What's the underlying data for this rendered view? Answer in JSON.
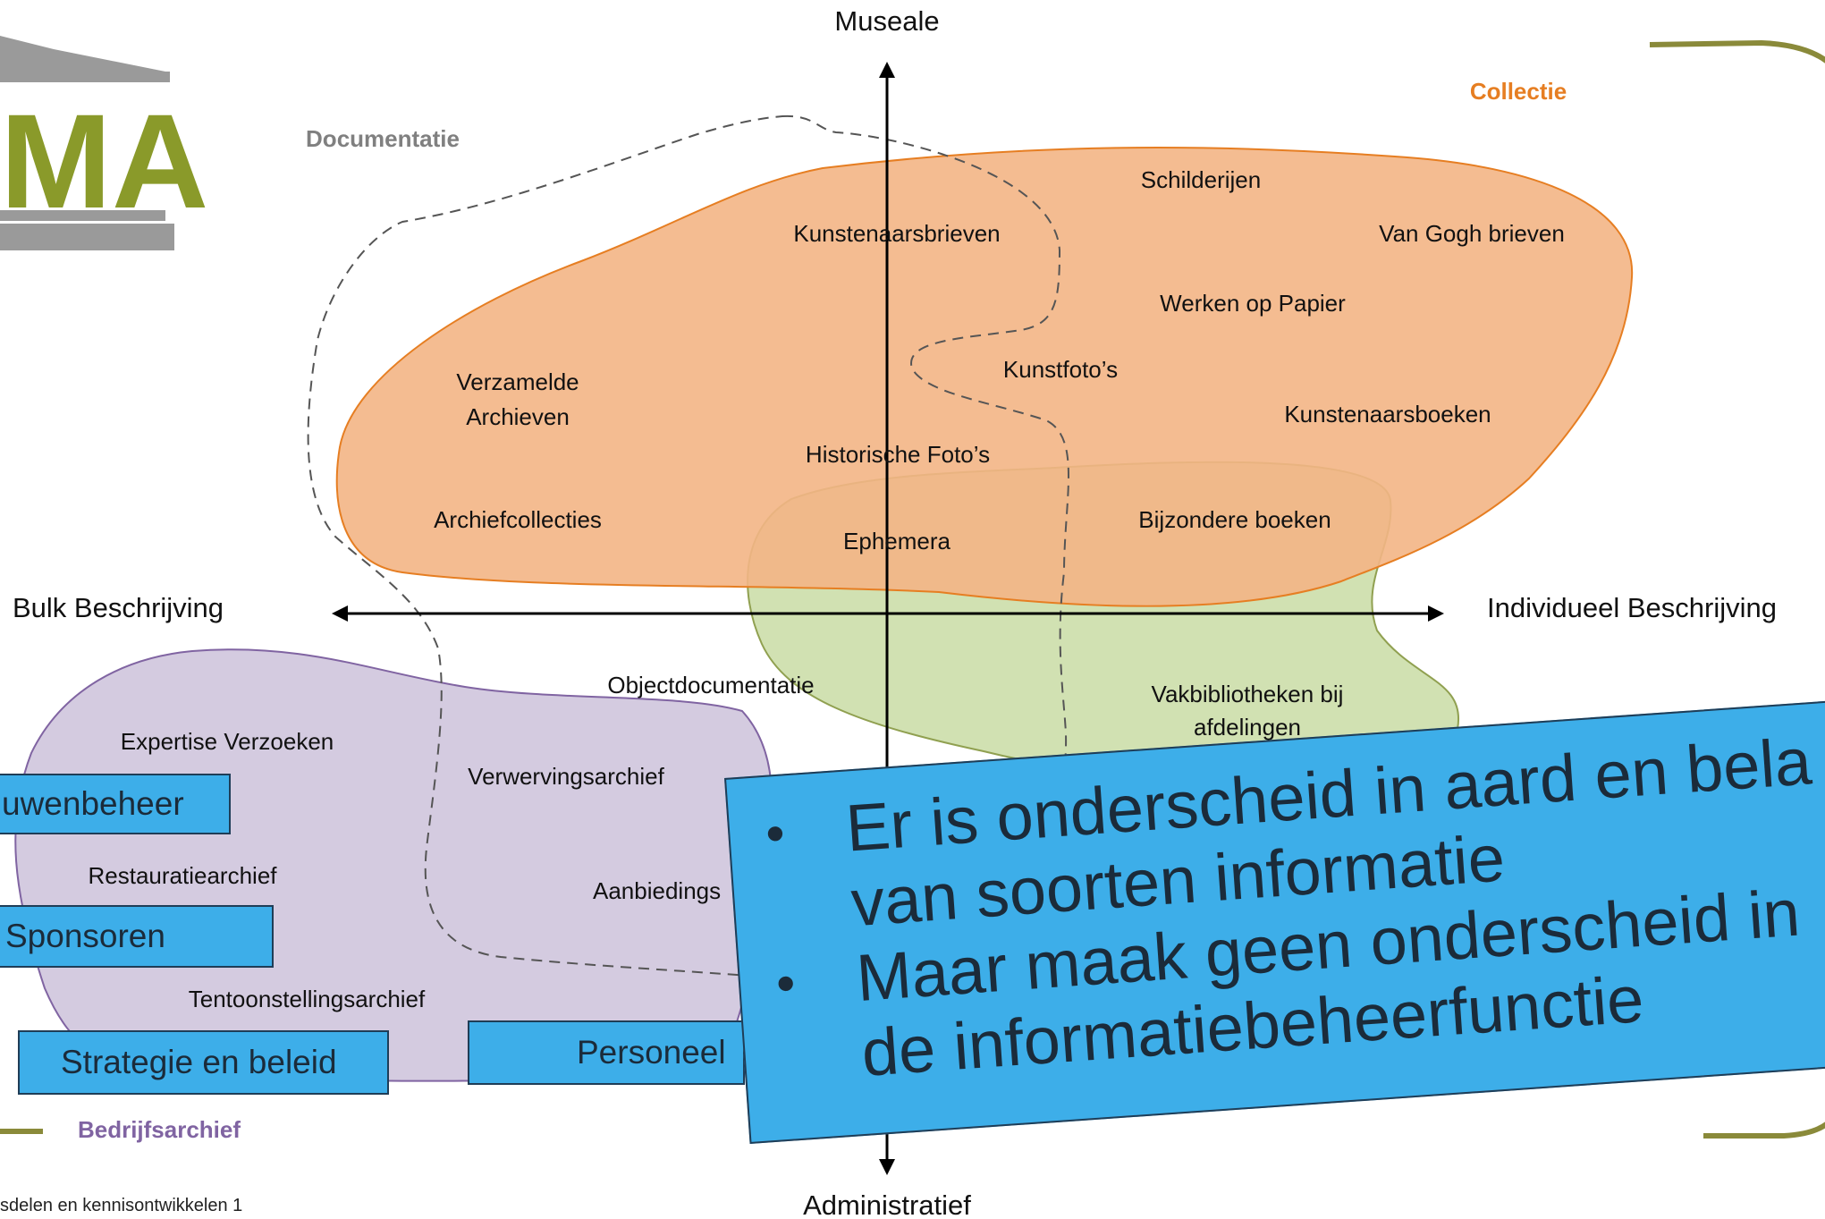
{
  "axes": {
    "top": "Museale",
    "bottom": "Administratief",
    "left": "Bulk Beschrijving",
    "right": "Individueel Beschrijving"
  },
  "regions": {
    "collectie": {
      "label": "Collectie",
      "color": "#e67e22",
      "fill": "#f3b585"
    },
    "documentatie": {
      "label": "Documentatie",
      "color": "#808080"
    },
    "bedrijfsarchief": {
      "label": "Bedrijfsarchief",
      "color": "#8064a2",
      "fill": "#d4cbe0"
    },
    "bibliotheek": {
      "fill": "#cfdfae"
    }
  },
  "items": [
    {
      "name": "schilderijen",
      "text": "Schilderijen"
    },
    {
      "name": "kunstenaarsbrieven",
      "text": "Kunstenaarsbrieven"
    },
    {
      "name": "van-gogh-brieven",
      "text": "Van Gogh brieven"
    },
    {
      "name": "werken-op-papier",
      "text": "Werken op Papier"
    },
    {
      "name": "kunstfotos",
      "text": "Kunstfoto’s"
    },
    {
      "name": "verzamelde-archieven-1",
      "text": "Verzamelde"
    },
    {
      "name": "verzamelde-archieven-2",
      "text": "Archieven"
    },
    {
      "name": "kunstenaarsboeken",
      "text": "Kunstenaarsboeken"
    },
    {
      "name": "historische-fotos",
      "text": "Historische Foto’s"
    },
    {
      "name": "archiefcollecties",
      "text": "Archiefcollecties"
    },
    {
      "name": "bijzondere-boeken",
      "text": "Bijzondere boeken"
    },
    {
      "name": "ephemera",
      "text": "Ephemera"
    },
    {
      "name": "objectdocumentatie",
      "text": "Objectdocumentatie"
    },
    {
      "name": "vakbibliotheken-1",
      "text": "Vakbibliotheken bij"
    },
    {
      "name": "vakbibliotheken-2",
      "text": "afdelingen"
    },
    {
      "name": "expertise-verzoeken",
      "text": "Expertise Verzoeken"
    },
    {
      "name": "verwervingsarchief",
      "text": "Verwervingsarchief"
    },
    {
      "name": "restauratiearchief",
      "text": "Restauratiearchief"
    },
    {
      "name": "aanbiedings",
      "text": "Aanbiedings"
    },
    {
      "name": "tentoonstellingsarchief",
      "text": "Tentoonstellingsarchief"
    }
  ],
  "boxes": {
    "gebouwenbeheer": "uwenbeheer",
    "sponsoren": "Sponsoren",
    "strategie": "Strategie en beleid",
    "personeel": "Personeel"
  },
  "callout": {
    "line1": "Er is onderscheid in aard en bela",
    "line2": "van soorten informatie",
    "line3": "Maar maak geen onderscheid in",
    "line4": "de informatiebeheerfunctie",
    "bullet": "•"
  },
  "logo": {
    "text": "MA",
    "color": "#8a9a2a"
  },
  "footer": "sdelen en kennisontwikkelen 1"
}
